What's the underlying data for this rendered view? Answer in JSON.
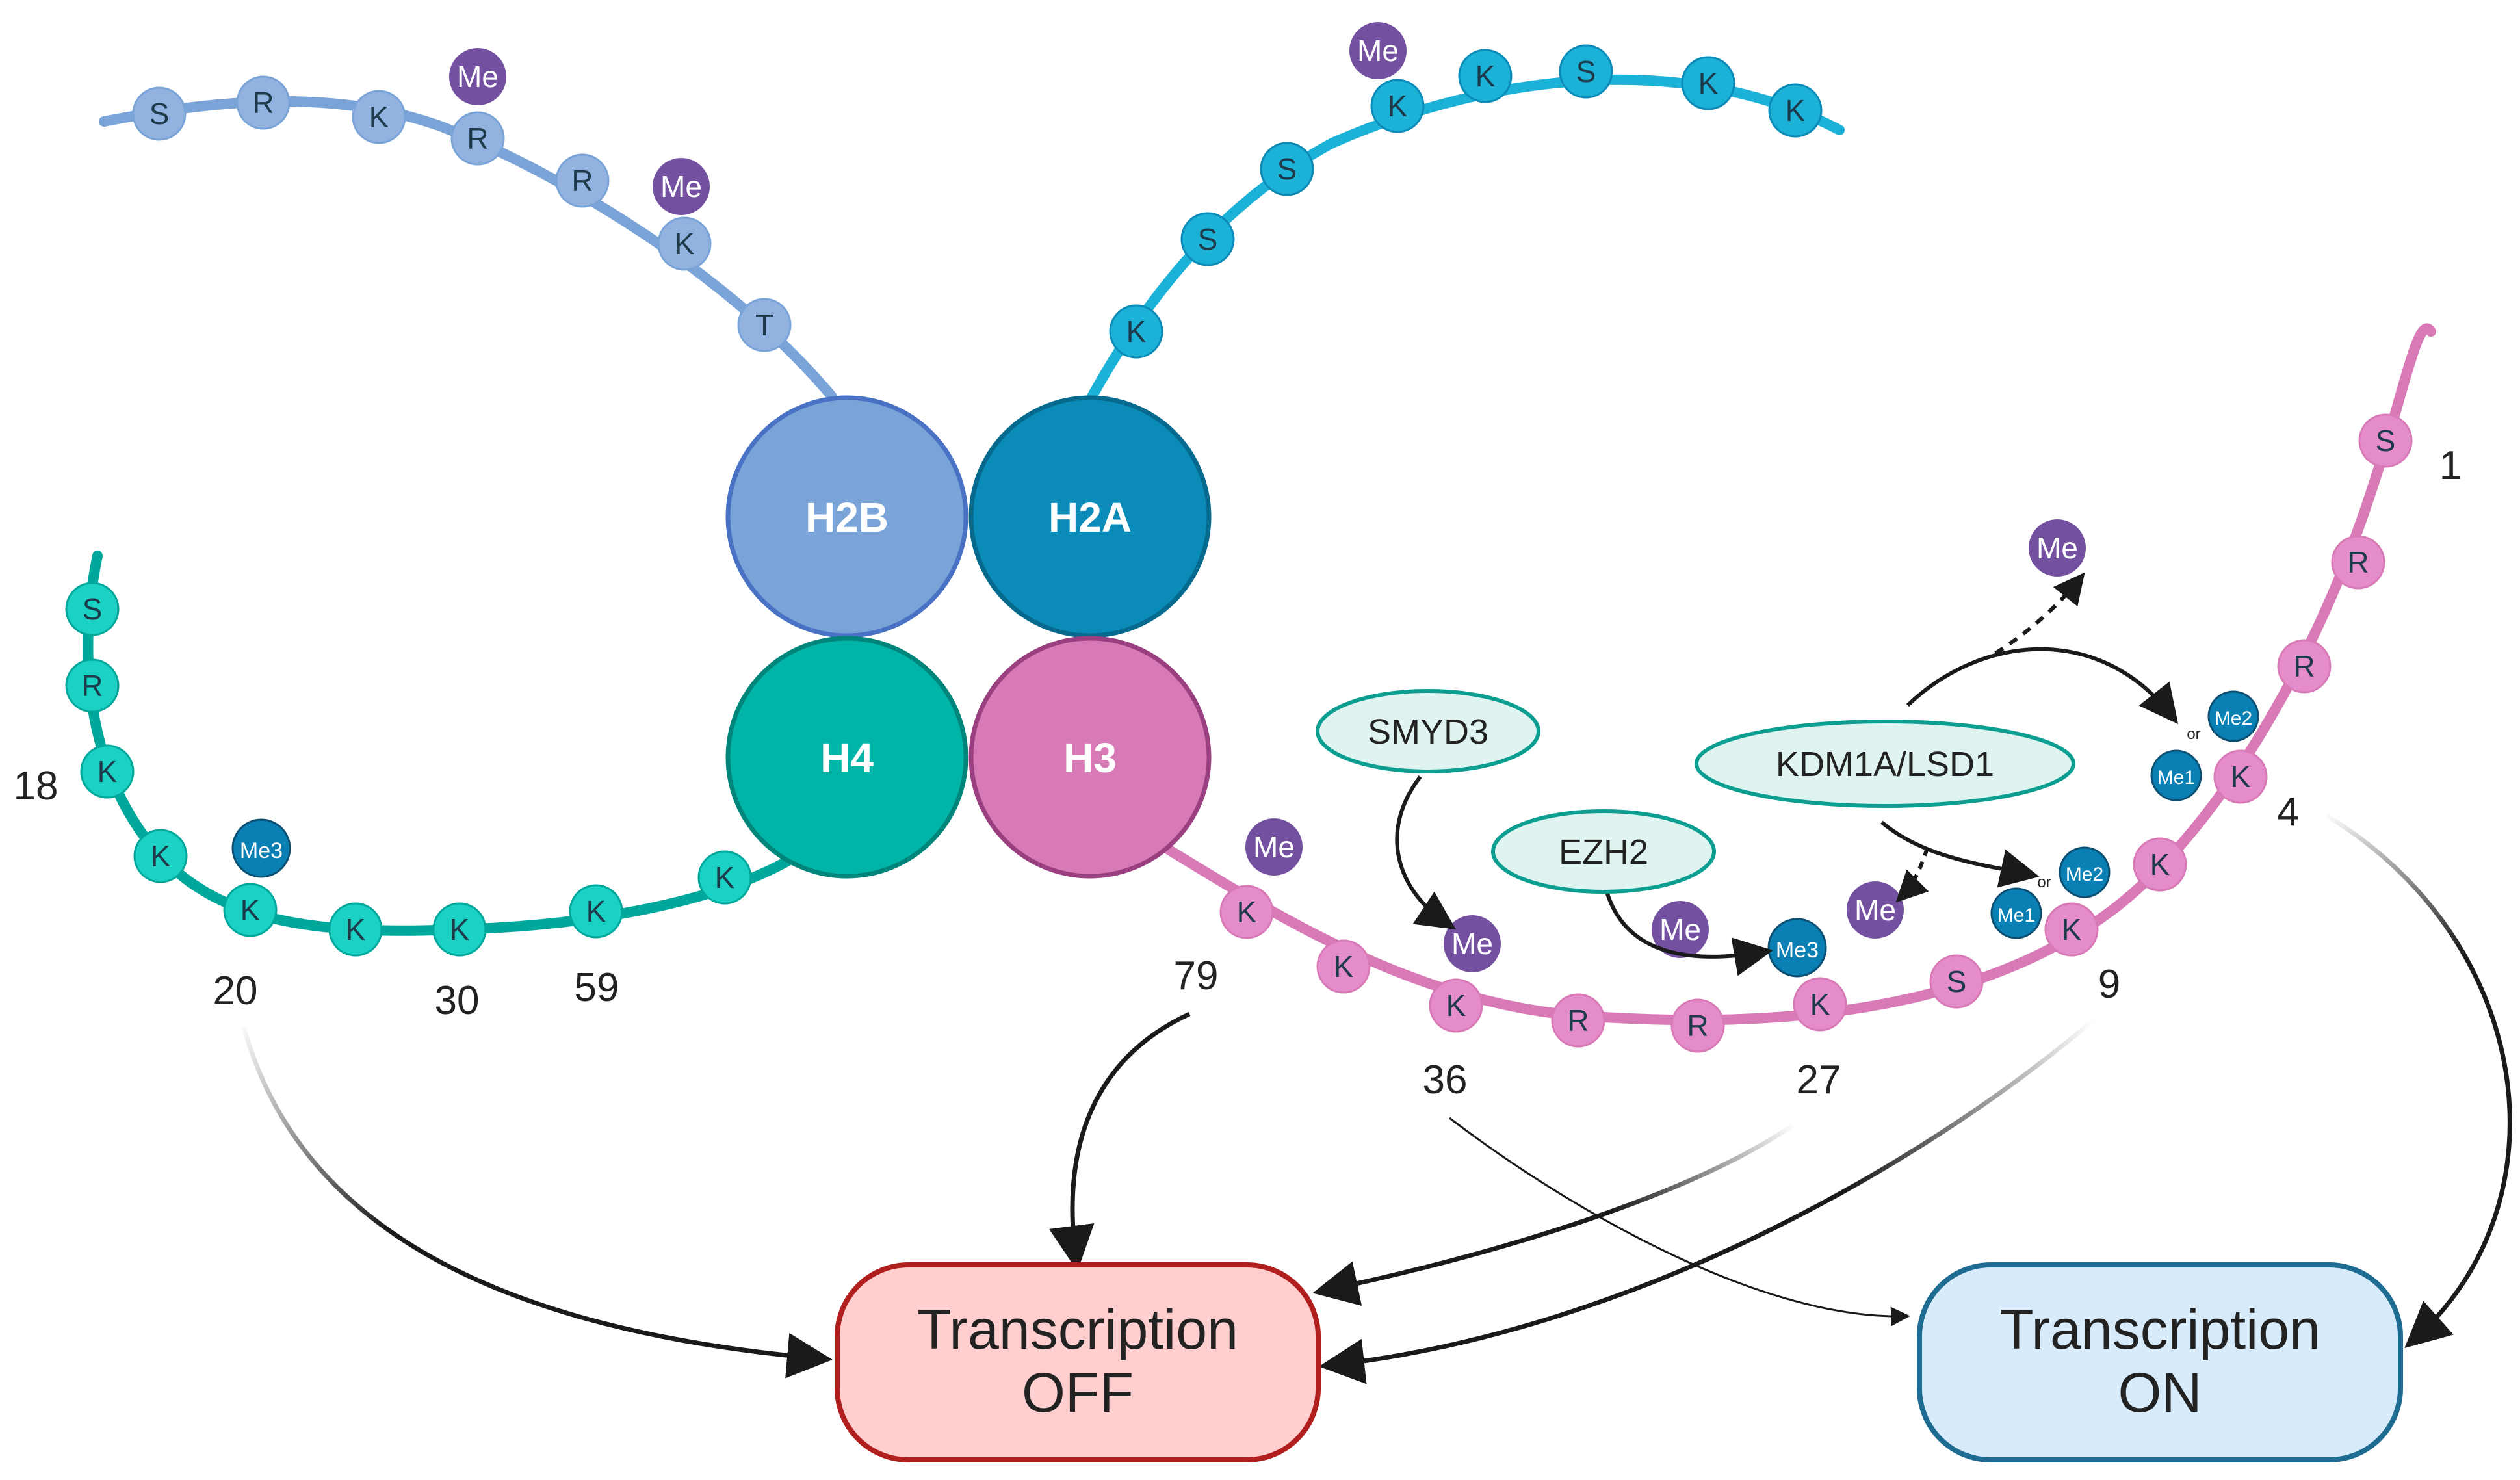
{
  "colors": {
    "h2b": "#7aa3d8",
    "h2b_dark": "#4a72c4",
    "h2a": "#0a8bb8",
    "h2a_tail": "#1cb1d6",
    "h4": "#00b5a8",
    "h4_tail": "#1ad1c4",
    "h4_dark": "#00857a",
    "h3": "#d87ab6",
    "h3_tail": "#e58ccb",
    "h3_dark": "#9a3f80",
    "methyl": "#7451a0",
    "methyl_blue": "#0a7fb3",
    "enzyme_fill": "#dff4f1",
    "enzyme_stroke": "#0d9e92",
    "off_fill": "#ffcfcf",
    "off_stroke": "#b01e1e",
    "on_fill": "#d8ebfa",
    "on_stroke": "#1f6c93"
  },
  "core": {
    "h2b": "H2B",
    "h2a": "H2A",
    "h4": "H4",
    "h3": "H3"
  },
  "h2b_tail": [
    "S",
    "R",
    "K",
    "R",
    "R",
    "K",
    "T"
  ],
  "h2a_tail": [
    "K",
    "S",
    "S",
    "K",
    "K",
    "S",
    "K",
    "K"
  ],
  "h4_tail": [
    "S",
    "R",
    "K",
    "K",
    "K",
    "K",
    "K",
    "K",
    "K"
  ],
  "h3_tail": [
    "S",
    "R",
    "R",
    "K",
    "K",
    "K",
    "S",
    "K",
    "R",
    "R",
    "K",
    "K",
    "K"
  ],
  "marks": {
    "me": "Me",
    "me1": "Me1",
    "me2": "Me2",
    "me3": "Me3",
    "or": "or"
  },
  "positions": {
    "h3_1": "1",
    "h3_4": "4",
    "h3_9": "9",
    "h3_27": "27",
    "h3_36": "36",
    "h3_79": "79",
    "h4_18": "18",
    "h4_20": "20",
    "h4_30": "30",
    "h4_59": "59"
  },
  "enzymes": {
    "smyd3": "SMYD3",
    "ezh2": "EZH2",
    "kdm1a": "KDM1A/LSD1"
  },
  "outcomes": {
    "off_line1": "Transcription",
    "off_line2": "OFF",
    "on_line1": "Transcription",
    "on_line2": "ON"
  }
}
